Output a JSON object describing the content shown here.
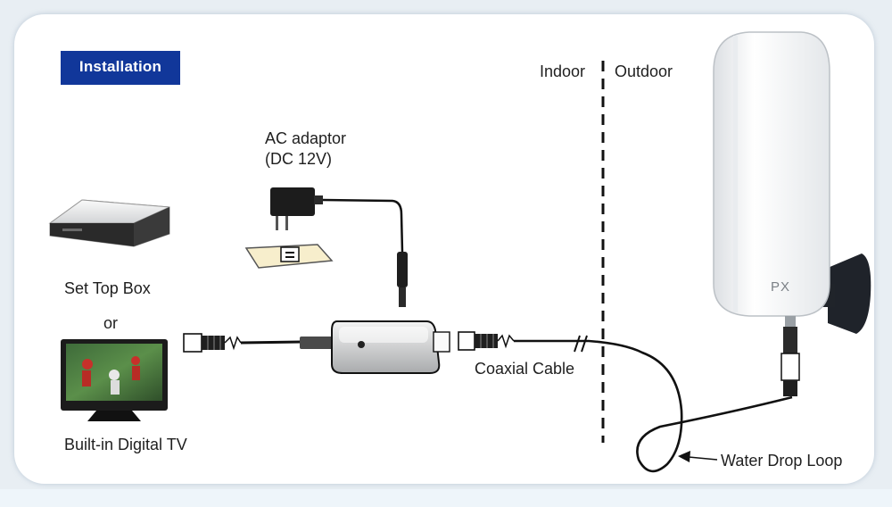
{
  "header": {
    "title": "Installation"
  },
  "labels": {
    "indoor": "Indoor",
    "outdoor": "Outdoor",
    "ac_adaptor": "AC adaptor",
    "ac_voltage": "(DC 12V)",
    "set_top_box": "Set Top Box",
    "or": "or",
    "digital_tv": "Built-in Digital TV",
    "coaxial_cable": "Coaxial Cable",
    "water_drop_loop": "Water Drop Loop"
  },
  "antenna": {
    "brand": "PX"
  },
  "colors": {
    "accent": "#11379a",
    "line": "#111111"
  }
}
